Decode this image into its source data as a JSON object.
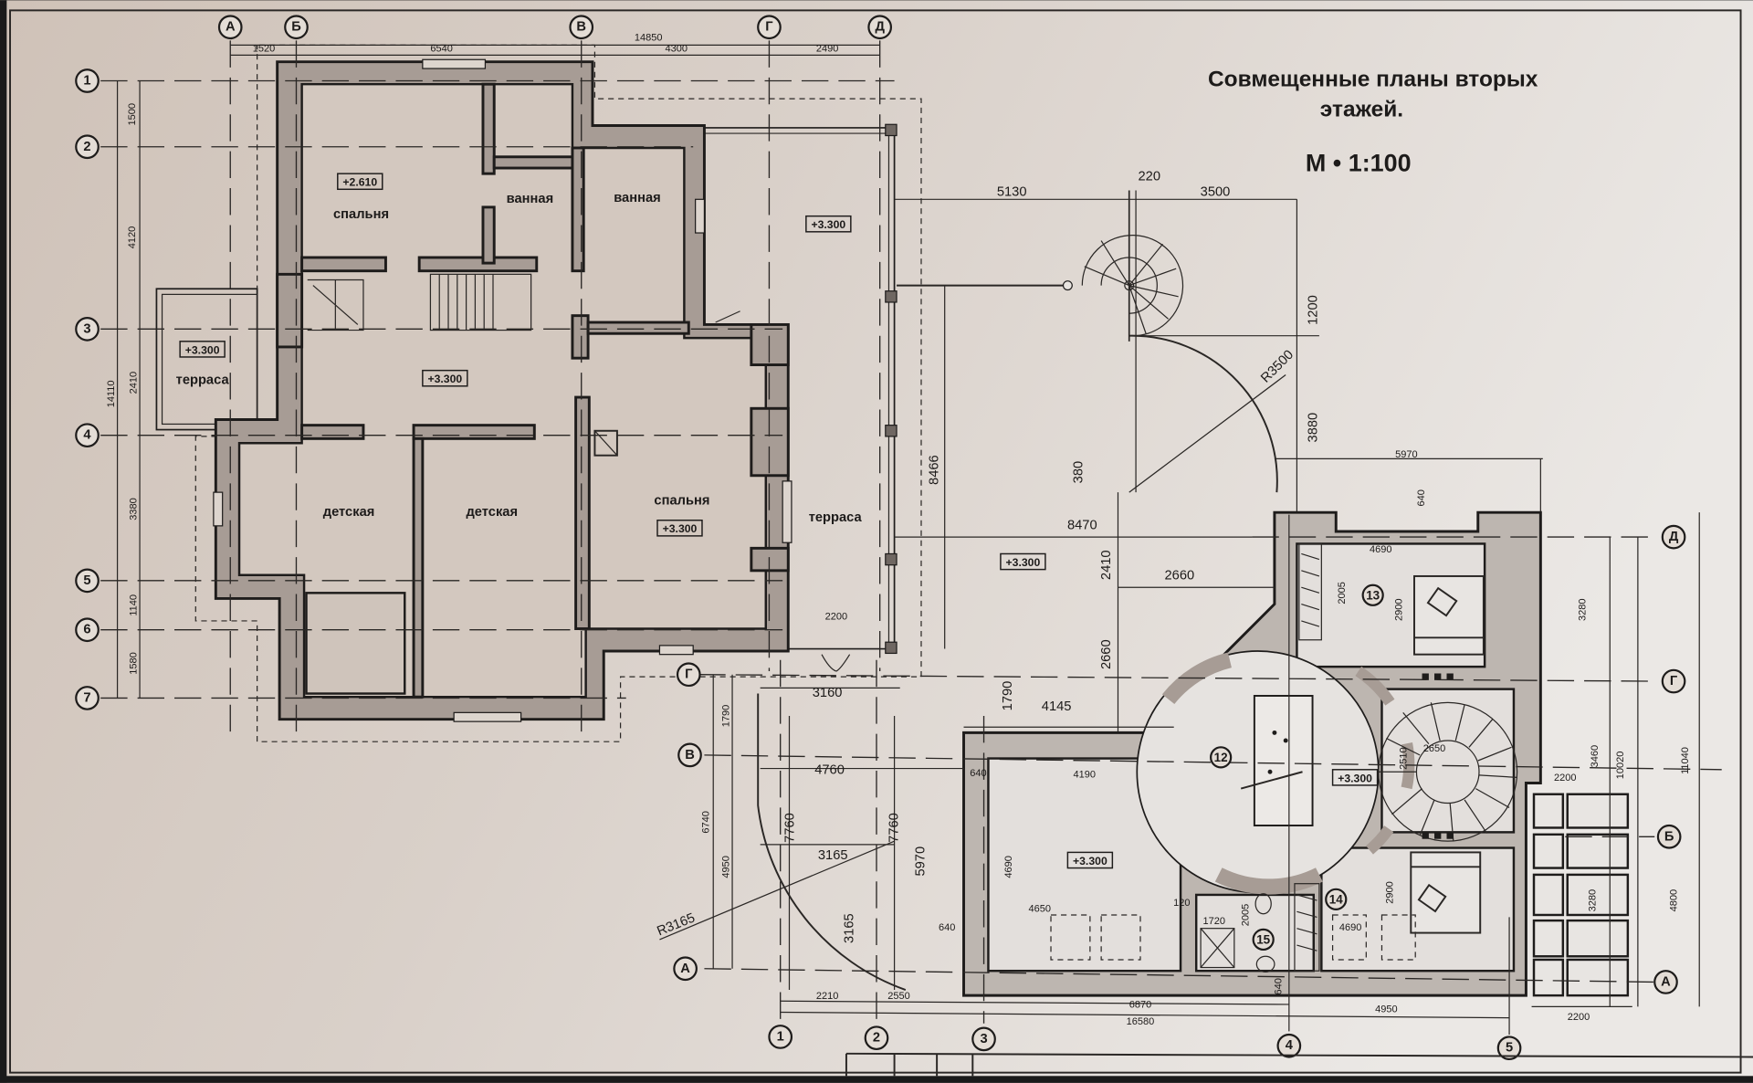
{
  "title": {
    "line1": "Совмещенные планы вторых",
    "line2": "этажей.",
    "scale": "М • 1:100"
  },
  "colors": {
    "paper_left": "#d2c6bc",
    "paper_right": "#e9e6e3",
    "wall": "#a79c95",
    "ink": "#1e1c1b"
  },
  "grid": {
    "top_columns": [
      "А",
      "Б",
      "В",
      "Г",
      "Д"
    ],
    "left_rows": [
      "1",
      "2",
      "3",
      "4",
      "5",
      "6",
      "7"
    ],
    "bottom_columns": [
      "1",
      "2",
      "3",
      "4",
      "5"
    ],
    "right_rows": [
      "Д",
      "Г",
      "Б",
      "А"
    ],
    "mid_rows": [
      "Г",
      "В",
      "А"
    ]
  },
  "rooms": {
    "left": [
      {
        "name": "спальня",
        "level": "+2.610"
      },
      {
        "name": "ванная"
      },
      {
        "name": "ванная"
      },
      {
        "name": "терраса",
        "level": "+3.300"
      },
      {
        "level": "+3.300"
      },
      {
        "name": "детская"
      },
      {
        "name": "детская"
      },
      {
        "name": "спальня",
        "level": "+3.300"
      },
      {
        "name": "терраса"
      },
      {
        "level": "+3.300"
      }
    ],
    "right": [
      {
        "level": "+3.300"
      },
      {
        "level": "+3.300"
      },
      {
        "level": "+3.300"
      }
    ],
    "numbers": [
      "12",
      "13",
      "14",
      "15"
    ]
  },
  "dims": {
    "top": [
      "14850",
      "1520",
      "6540",
      "4300",
      "2490"
    ],
    "left": [
      "1500",
      "4120",
      "2410",
      "14110",
      "3380",
      "1140",
      "1580"
    ],
    "spiral": [
      "5130",
      "220",
      "3500",
      "1200",
      "R3500",
      "3880",
      "380",
      "8466"
    ],
    "right_wing": [
      "5970",
      "640",
      "8470",
      "4690",
      "2005",
      "2900",
      "3280",
      "2410",
      "2660",
      "2660",
      "2200",
      "2650",
      "2510",
      "2200",
      "3460",
      "10020",
      "11040",
      "4800",
      "2900",
      "3280",
      "4690",
      "2005",
      "1720",
      "120",
      "640"
    ],
    "left_wing": [
      "3160",
      "1790",
      "4145",
      "1790",
      "4760",
      "640",
      "4190",
      "6740",
      "7760",
      "7760",
      "3165",
      "4950",
      "5970",
      "4690",
      "R3165",
      "3165",
      "640",
      "4650"
    ],
    "bottom": [
      "2210",
      "2550",
      "6870",
      "16580",
      "4950",
      "2200"
    ]
  }
}
